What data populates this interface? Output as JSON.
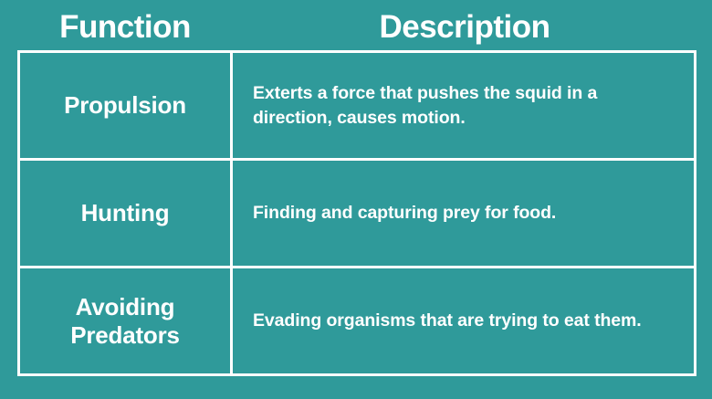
{
  "colors": {
    "background": "#2f9a9a",
    "border": "#ffffff",
    "text": "#ffffff"
  },
  "table": {
    "headers": {
      "function": "Function",
      "description": "Description"
    },
    "rows": [
      {
        "function": "Propulsion",
        "description": "Exterts a force that pushes the squid in a direction, causes motion."
      },
      {
        "function": "Hunting",
        "description": "Finding and capturing prey for food."
      },
      {
        "function": "Avoiding Predators",
        "description": "Evading organisms that are trying to eat them."
      }
    ]
  }
}
